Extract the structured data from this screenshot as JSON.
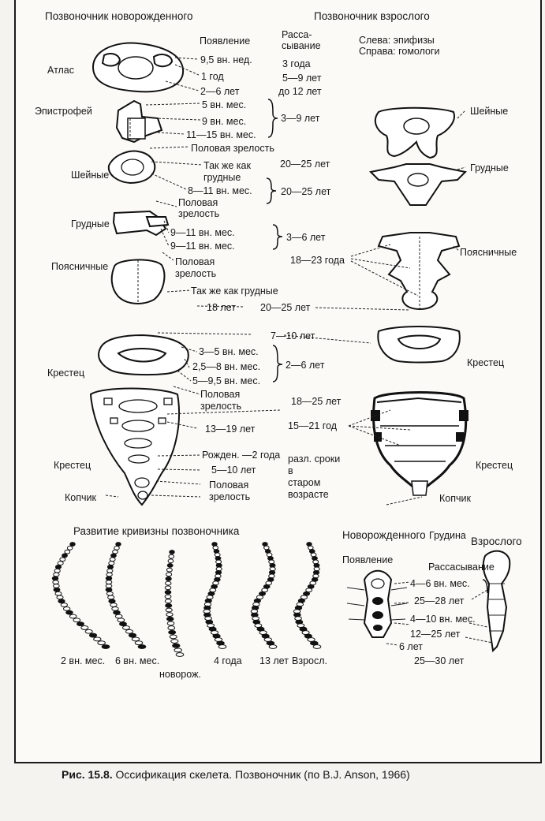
{
  "header": {
    "newborn_spine": "Позвоночник новорожденного",
    "adult_spine": "Позвоночник взрослого",
    "appearance": "Появление",
    "resorption_1": "Расса-",
    "resorption_2": "сывание",
    "left_epiphyses": "Слева: эпифизы",
    "right_homologs": "Справа: гомологи"
  },
  "left_labels": {
    "atlas": "Атлас",
    "axis": "Эпистрофей",
    "cervical": "Шейные",
    "thoracic": "Грудные",
    "lumbar": "Поясничные",
    "sacrum": "Крестец",
    "sacrum2": "Крестец",
    "coccyx": "Копчик"
  },
  "right_labels": {
    "cervical": "Шейные",
    "thoracic": "Грудные",
    "lumbar": "Поясничные",
    "sacrum": "Крестец",
    "sacrum2": "Крестец",
    "coccyx": "Копчик",
    "sternum": "Грудина"
  },
  "appear_col": {
    "a1": "9,5 вн. нед.",
    "a2": "1 год",
    "a3": "2—6 лет",
    "a4": "5 вн. мес.",
    "a5": "9 вн. мес.",
    "a6": "11—15 вн. мес.",
    "a7": "Половая зрелость",
    "a8_1": "Так же как",
    "a8_2": "грудные",
    "a9": "8—11 вн. мес.",
    "a10_1": "Половая",
    "a10_2": "зрелость",
    "a11": "9—11 вн. мес.",
    "a12": "9—11 вн. мес.",
    "a13_1": "Половая",
    "a13_2": "зрелость",
    "a14": "Так же как грудные",
    "a15": "3—5 вн. мес.",
    "a16": "2,5—8 вн. мес.",
    "a17": "5—9,5 вн. мес.",
    "a18_1": "Половая",
    "a18_2": "зрелость",
    "a19": "13—19 лет",
    "a20": "Рожден. —2 года",
    "a21": "5—10 лет",
    "a22_1": "Половая",
    "a22_2": "зрелость"
  },
  "resorb_col": {
    "r1": "3 года",
    "r2": "5—9 лет",
    "r3": "до 12 лет",
    "r4": "3—9 лет",
    "r5": "20—25 лет",
    "r6": "20—25 лет",
    "r7": "3—6 лет",
    "r8": "18—23 года",
    "r9": "18 лет",
    "r10": "20—25 лет",
    "r11": "7—10 лет",
    "r12": "2—6 лет",
    "r13": "18—25 лет",
    "r14": "15—21 год",
    "r15_1": "разл. сроки",
    "r15_2": "в",
    "r15_3": "старом",
    "r15_4": "возрасте"
  },
  "curvature": {
    "title": "Развитие кривизны позвоночника",
    "l1": "2 вн. мес.",
    "l2": "6 вн. мес.",
    "l3": "новорож.",
    "l4": "4 года",
    "l5": "13 лет",
    "l6": "Взросл."
  },
  "sternum_section": {
    "newborn": "Новорожденного",
    "adult": "Взрослого",
    "appearance": "Появление",
    "resorption": "Рассасывание",
    "s1": "4—6 вн. мес.",
    "s2": "25—28 лет",
    "s3": "4—10 вн. мес.",
    "s4": "12—25 лет",
    "s5": "6 лет",
    "s6": "25—30 лет"
  },
  "caption": {
    "label": "Рис. 15.8.",
    "text": "Оссификация скелета. Позвоночник (по B.J. Anson, 1966)"
  }
}
